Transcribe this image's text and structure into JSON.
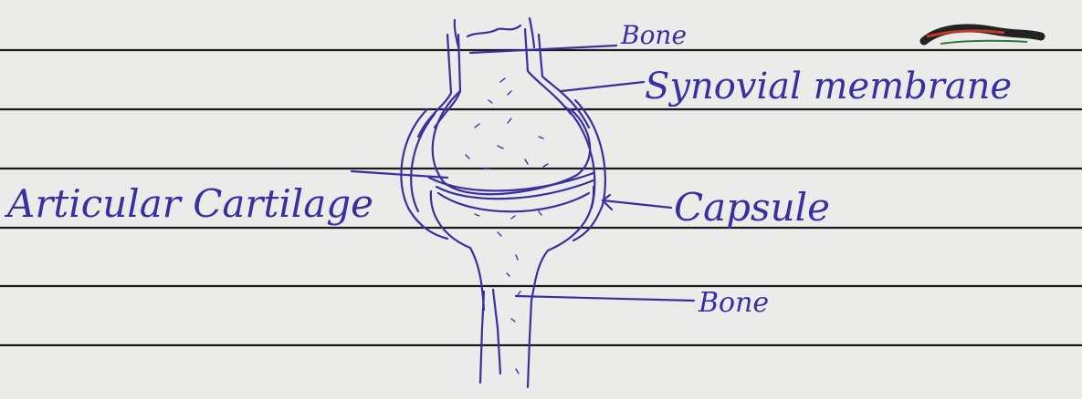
{
  "labels": {
    "bone_top": "Bone",
    "synovial_membrane": "Synovial membrane",
    "articular_cartilage": "Articular Cartilage",
    "capsule": "Capsule",
    "bone_bottom": "Bone"
  },
  "colors": {
    "paper": "#ebebe9",
    "ruled_line": "#1a1a1a",
    "ink": "#3a2fa0",
    "scribble_red": "#c0392b",
    "scribble_dark": "#222222"
  }
}
